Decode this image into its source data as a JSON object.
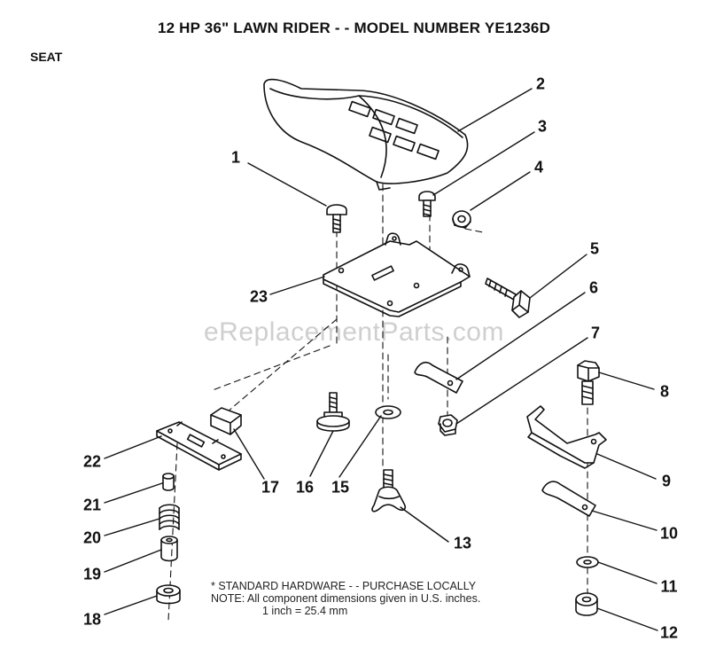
{
  "header": {
    "title": "12 HP 36\" LAWN RIDER - - MODEL NUMBER YE1236D",
    "section": "SEAT"
  },
  "watermark": "eReplacementParts.com",
  "callouts": [
    "1",
    "2",
    "3",
    "4",
    "5",
    "6",
    "7",
    "8",
    "9",
    "10",
    "11",
    "12",
    "13",
    "15",
    "16",
    "17",
    "18",
    "19",
    "20",
    "21",
    "22",
    "23"
  ],
  "notes": {
    "standard_hardware": "* STANDARD HARDWARE - - PURCHASE LOCALLY",
    "note_line1": "NOTE:  All component dimensions given in U.S. inches.",
    "note_line2": "1 inch = 25.4 mm"
  }
}
